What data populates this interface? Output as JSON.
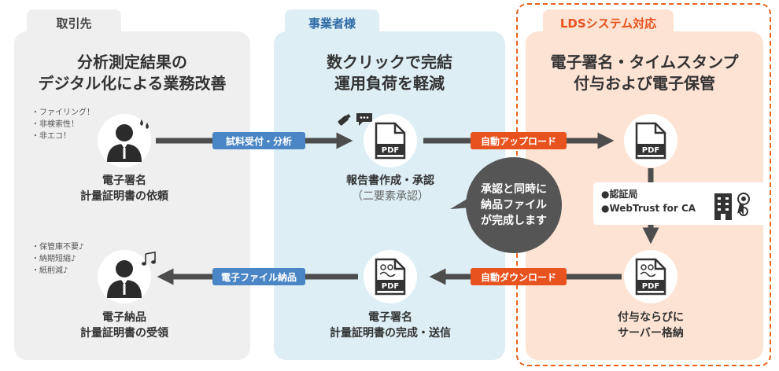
{
  "columns": {
    "client": {
      "tab": "取引先",
      "title_lines": [
        "分析測定結果の",
        "デジタル化による業務改善"
      ],
      "top": {
        "bullets": [
          "・ファイリング！",
          "・非検索性！",
          "・非エコ！"
        ],
        "label_lines": [
          "電子署名",
          "計量証明書の依頼"
        ]
      },
      "bottom": {
        "bullets": [
          "・保管庫不要♪",
          "・納期短縮♪",
          "・紙削減♪"
        ],
        "label_lines": [
          "電子納品",
          "計量証明書の受領"
        ]
      }
    },
    "operator": {
      "tab": "事業者様",
      "title_lines": [
        "数クリックで完結",
        "運用負荷を軽減"
      ],
      "top": {
        "label_line1": "報告書作成・承認",
        "label_line2": "（二要素承認）",
        "file_type": "PDF"
      },
      "bottom": {
        "label_lines": [
          "電子署名",
          "計量証明書の完成・送信"
        ],
        "file_type": "PDF"
      }
    },
    "lds": {
      "tab": "LDSシステム対応",
      "title_lines": [
        "電子署名・タイムスタンプ",
        "付与および電子保管"
      ],
      "top": {
        "file_type": "PDF"
      },
      "ca_items": [
        "●認証局",
        "●WebTrust for CA"
      ],
      "bottom": {
        "label_lines": [
          "付与ならびに",
          "サーバー格納"
        ],
        "file_type": "PDF"
      }
    }
  },
  "tags": {
    "order": "試料受付・分析",
    "auto_upload": "自動アップロード",
    "auto_download": "自動ダウンロード",
    "e_delivery": "電子ファイル納品"
  },
  "bubble_lines": [
    "承認と同時に",
    "納品ファイル",
    "が完成します"
  ],
  "colors": {
    "client_bg": "#efefef",
    "operator_bg": "#ddeef4",
    "lds_bg": "#fde3d3",
    "blue_tag": "#4a86c5",
    "orange_tag": "#e8521e",
    "dashed_border": "#e8621e",
    "arrow": "#4d4d4d"
  },
  "icons": [
    "person-icon",
    "sweat-icon",
    "music-note-icon",
    "usb-icon",
    "chat-icon",
    "pdf-icon",
    "building-icon",
    "certificate-icon"
  ]
}
